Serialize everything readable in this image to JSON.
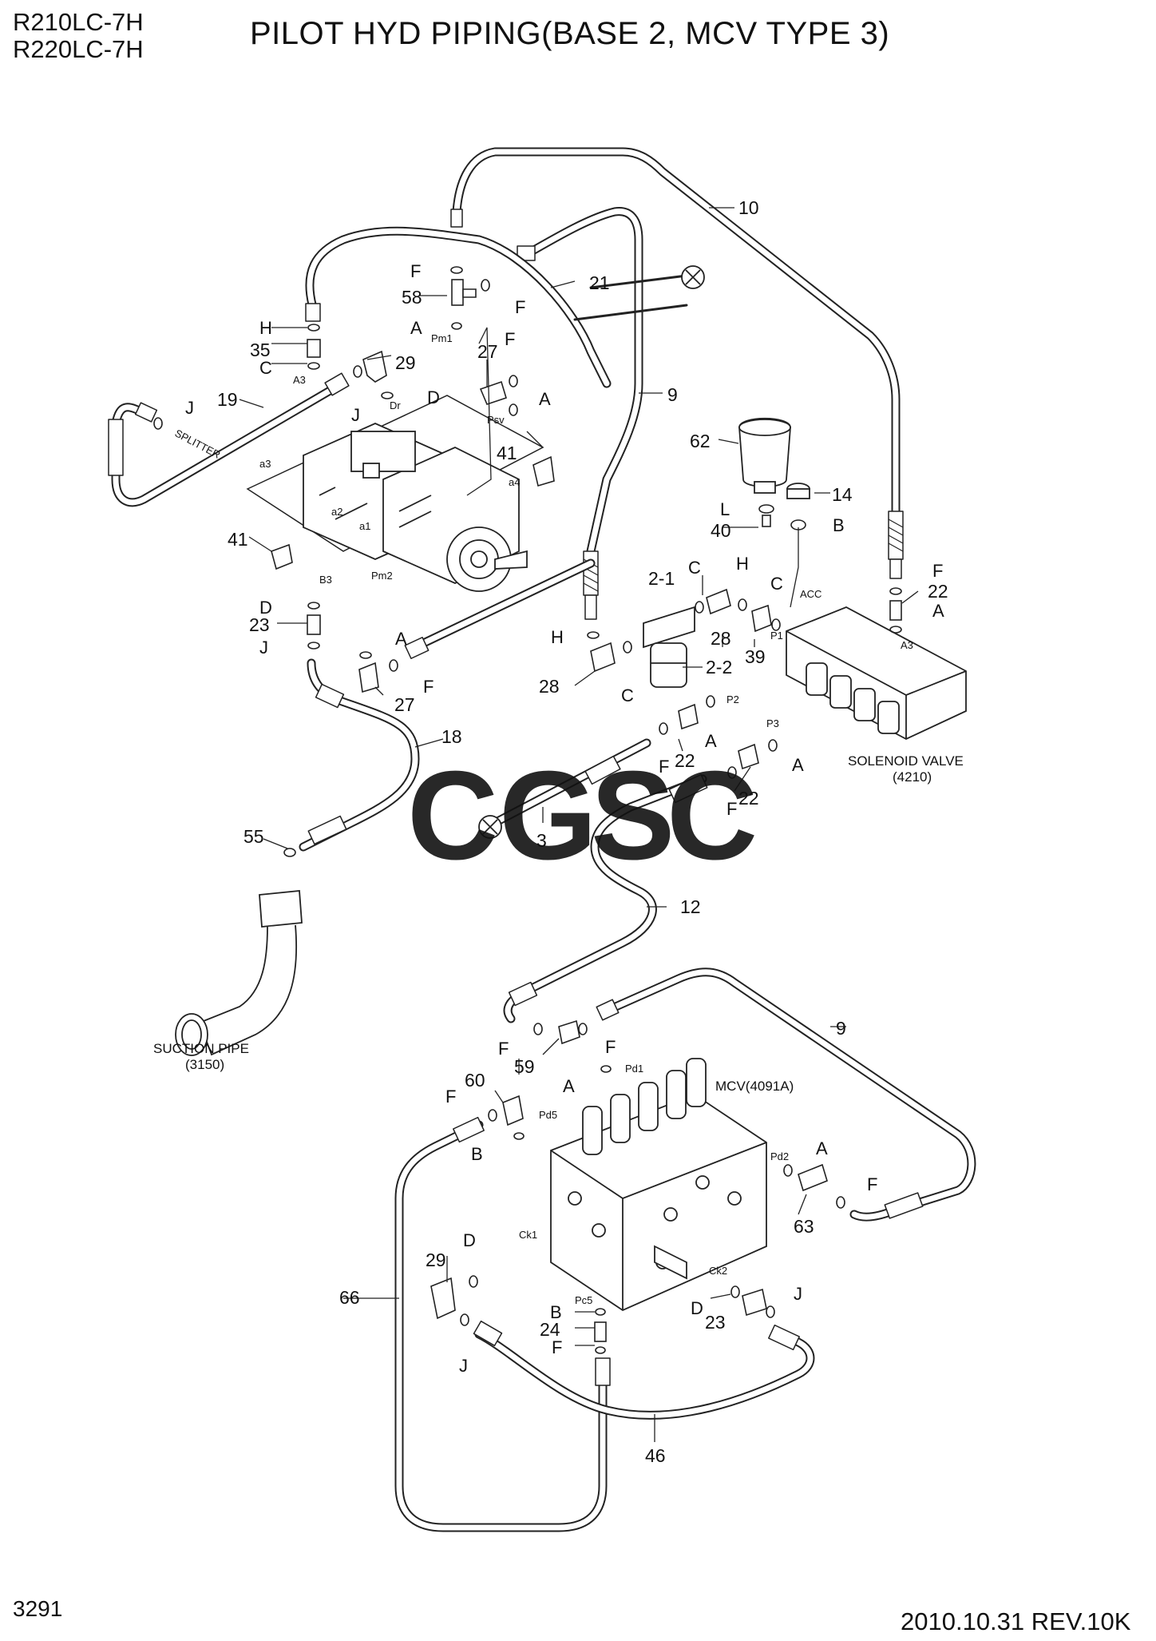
{
  "header": {
    "model_line_1": "R210LC-7H",
    "model_line_2": "R220LC-7H",
    "title": "PILOT HYD PIPING(BASE 2, MCV TYPE 3)"
  },
  "footer": {
    "page_number": "3291",
    "revision": "2010.10.31 REV.10K"
  },
  "watermark": {
    "text": "CGSC",
    "colors": [
      "#4f8ef7",
      "#ef6f6c",
      "#f6d44c",
      "#5bb98b"
    ]
  },
  "captions": {
    "solenoid_valve": [
      "SOLENOID VALVE",
      "(4210)"
    ],
    "suction_pipe": [
      "SUCTION PIPE",
      "(3150)"
    ],
    "mcv": "MCV(4091A)"
  },
  "callouts": [
    {
      "id": "c10",
      "text": "10"
    },
    {
      "id": "c21",
      "text": "21"
    },
    {
      "id": "c9a",
      "text": "9"
    },
    {
      "id": "c19",
      "text": "19"
    },
    {
      "id": "c58",
      "text": "58"
    },
    {
      "id": "c35",
      "text": "35"
    },
    {
      "id": "c29a",
      "text": "29"
    },
    {
      "id": "c27a",
      "text": "27"
    },
    {
      "id": "c41a",
      "text": "41"
    },
    {
      "id": "c41b",
      "text": "41"
    },
    {
      "id": "c62",
      "text": "62"
    },
    {
      "id": "c14",
      "text": "14"
    },
    {
      "id": "c40",
      "text": "40"
    },
    {
      "id": "c21b",
      "text": "2-1"
    },
    {
      "id": "c22b",
      "text": "2-2"
    },
    {
      "id": "c28a",
      "text": "28"
    },
    {
      "id": "c39",
      "text": "39"
    },
    {
      "id": "c28b",
      "text": "28"
    },
    {
      "id": "c22a",
      "text": "22"
    },
    {
      "id": "c23a",
      "text": "23"
    },
    {
      "id": "c27b",
      "text": "27"
    },
    {
      "id": "c18",
      "text": "18"
    },
    {
      "id": "c55",
      "text": "55"
    },
    {
      "id": "c22c",
      "text": "22"
    },
    {
      "id": "c22d",
      "text": "22"
    },
    {
      "id": "c3",
      "text": "3"
    },
    {
      "id": "c12",
      "text": "12"
    },
    {
      "id": "c9b",
      "text": "9"
    },
    {
      "id": "c59",
      "text": "59"
    },
    {
      "id": "c60",
      "text": "60"
    },
    {
      "id": "c63",
      "text": "63"
    },
    {
      "id": "c29b",
      "text": "29"
    },
    {
      "id": "c66",
      "text": "66"
    },
    {
      "id": "c24",
      "text": "24"
    },
    {
      "id": "c23b",
      "text": "23"
    },
    {
      "id": "c46",
      "text": "46"
    }
  ],
  "letter_labels": [
    {
      "id": "lF1",
      "text": "F"
    },
    {
      "id": "lF2",
      "text": "F"
    },
    {
      "id": "lA1",
      "text": "A"
    },
    {
      "id": "lH1",
      "text": "H"
    },
    {
      "id": "lC1",
      "text": "C"
    },
    {
      "id": "lJ1",
      "text": "J"
    },
    {
      "id": "lJ2",
      "text": "J"
    },
    {
      "id": "lD1",
      "text": "D"
    },
    {
      "id": "lF3",
      "text": "F"
    },
    {
      "id": "lA2",
      "text": "A"
    },
    {
      "id": "lL",
      "text": "L"
    },
    {
      "id": "lB1",
      "text": "B"
    },
    {
      "id": "lC2",
      "text": "C"
    },
    {
      "id": "lH2",
      "text": "H"
    },
    {
      "id": "lC3",
      "text": "C"
    },
    {
      "id": "lF4",
      "text": "F"
    },
    {
      "id": "lA3",
      "text": "A"
    },
    {
      "id": "lD2",
      "text": "D"
    },
    {
      "id": "lJ3",
      "text": "J"
    },
    {
      "id": "lH3",
      "text": "H"
    },
    {
      "id": "lC4",
      "text": "C"
    },
    {
      "id": "lA4",
      "text": "A"
    },
    {
      "id": "lF5",
      "text": "F"
    },
    {
      "id": "lF6",
      "text": "F"
    },
    {
      "id": "lA5",
      "text": "A"
    },
    {
      "id": "lA6",
      "text": "A"
    },
    {
      "id": "lF7",
      "text": "F"
    },
    {
      "id": "lF8",
      "text": "F"
    },
    {
      "id": "lF9",
      "text": "F"
    },
    {
      "id": "lA7",
      "text": "A"
    },
    {
      "id": "lF10",
      "text": "F"
    },
    {
      "id": "lB2",
      "text": "B"
    },
    {
      "id": "lA8",
      "text": "A"
    },
    {
      "id": "lF11",
      "text": "F"
    },
    {
      "id": "lD3",
      "text": "D"
    },
    {
      "id": "lJ4",
      "text": "J"
    },
    {
      "id": "lB3",
      "text": "B"
    },
    {
      "id": "lF12",
      "text": "F"
    },
    {
      "id": "lD4",
      "text": "D"
    },
    {
      "id": "lJ5",
      "text": "J"
    }
  ],
  "port_labels": [
    {
      "id": "pPm1",
      "text": "Pm1"
    },
    {
      "id": "pA3a",
      "text": "A3"
    },
    {
      "id": "pDr",
      "text": "Dr"
    },
    {
      "id": "pPsv",
      "text": "Psv"
    },
    {
      "id": "pa3",
      "text": "a3"
    },
    {
      "id": "pa4",
      "text": "a4"
    },
    {
      "id": "pa2",
      "text": "a2"
    },
    {
      "id": "pa1",
      "text": "a1"
    },
    {
      "id": "pB3",
      "text": "B3"
    },
    {
      "id": "pPm2",
      "text": "Pm2"
    },
    {
      "id": "pACC",
      "text": "ACC"
    },
    {
      "id": "pP1",
      "text": "P1"
    },
    {
      "id": "pA3b",
      "text": "A3"
    },
    {
      "id": "pP2",
      "text": "P2"
    },
    {
      "id": "pP3",
      "text": "P3"
    },
    {
      "id": "pPd1",
      "text": "Pd1"
    },
    {
      "id": "pPd5",
      "text": "Pd5"
    },
    {
      "id": "pPd2",
      "text": "Pd2"
    },
    {
      "id": "pCk1",
      "text": "Ck1"
    },
    {
      "id": "pCk2",
      "text": "Ck2"
    },
    {
      "id": "pPc5",
      "text": "Pc5"
    },
    {
      "id": "pSPLITTER",
      "text": "SPLITTER"
    }
  ]
}
